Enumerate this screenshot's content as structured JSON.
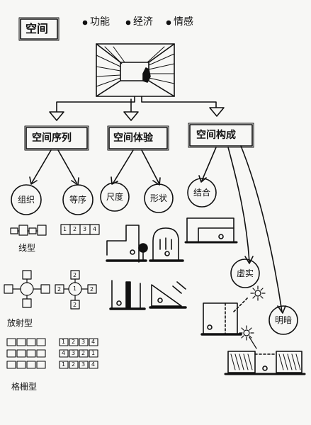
{
  "title": "空间",
  "keywords": [
    "功能",
    "经济",
    "情感"
  ],
  "categories": [
    "空间序列",
    "空间体验",
    "空间构成"
  ],
  "nodes": {
    "sequence": [
      "组织",
      "等序"
    ],
    "experience": [
      "尺度",
      "形状"
    ],
    "composition": [
      "结合",
      "虚实",
      "明暗"
    ]
  },
  "patterns": [
    "线型",
    "放射型",
    "格栅型"
  ],
  "grid_small": [
    "1",
    "2",
    "3",
    "4"
  ],
  "radial_numbers": [
    "1",
    "2",
    "2",
    "2",
    "2"
  ],
  "grid_big": [
    "1",
    "2",
    "3",
    "4",
    "4",
    "3",
    "2",
    "1",
    "1",
    "2",
    "3",
    "4"
  ]
}
